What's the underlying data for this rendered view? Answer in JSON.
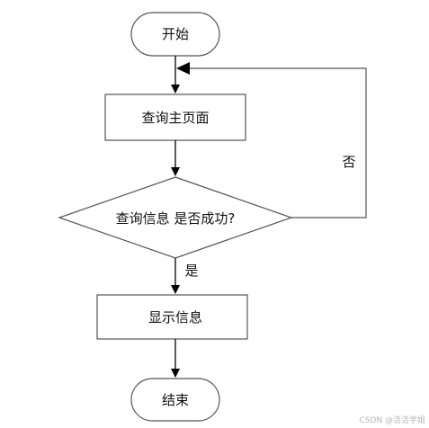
{
  "nodes": {
    "start": {
      "label": "开始"
    },
    "query_home": {
      "label": "查询主页面"
    },
    "decision": {
      "label": "查询信息 是否成功?"
    },
    "show_info": {
      "label": "显示信息"
    },
    "end": {
      "label": "结束"
    }
  },
  "edge_labels": {
    "no": "否",
    "yes": "是"
  },
  "watermark": "CSDN @洁洁学姐"
}
